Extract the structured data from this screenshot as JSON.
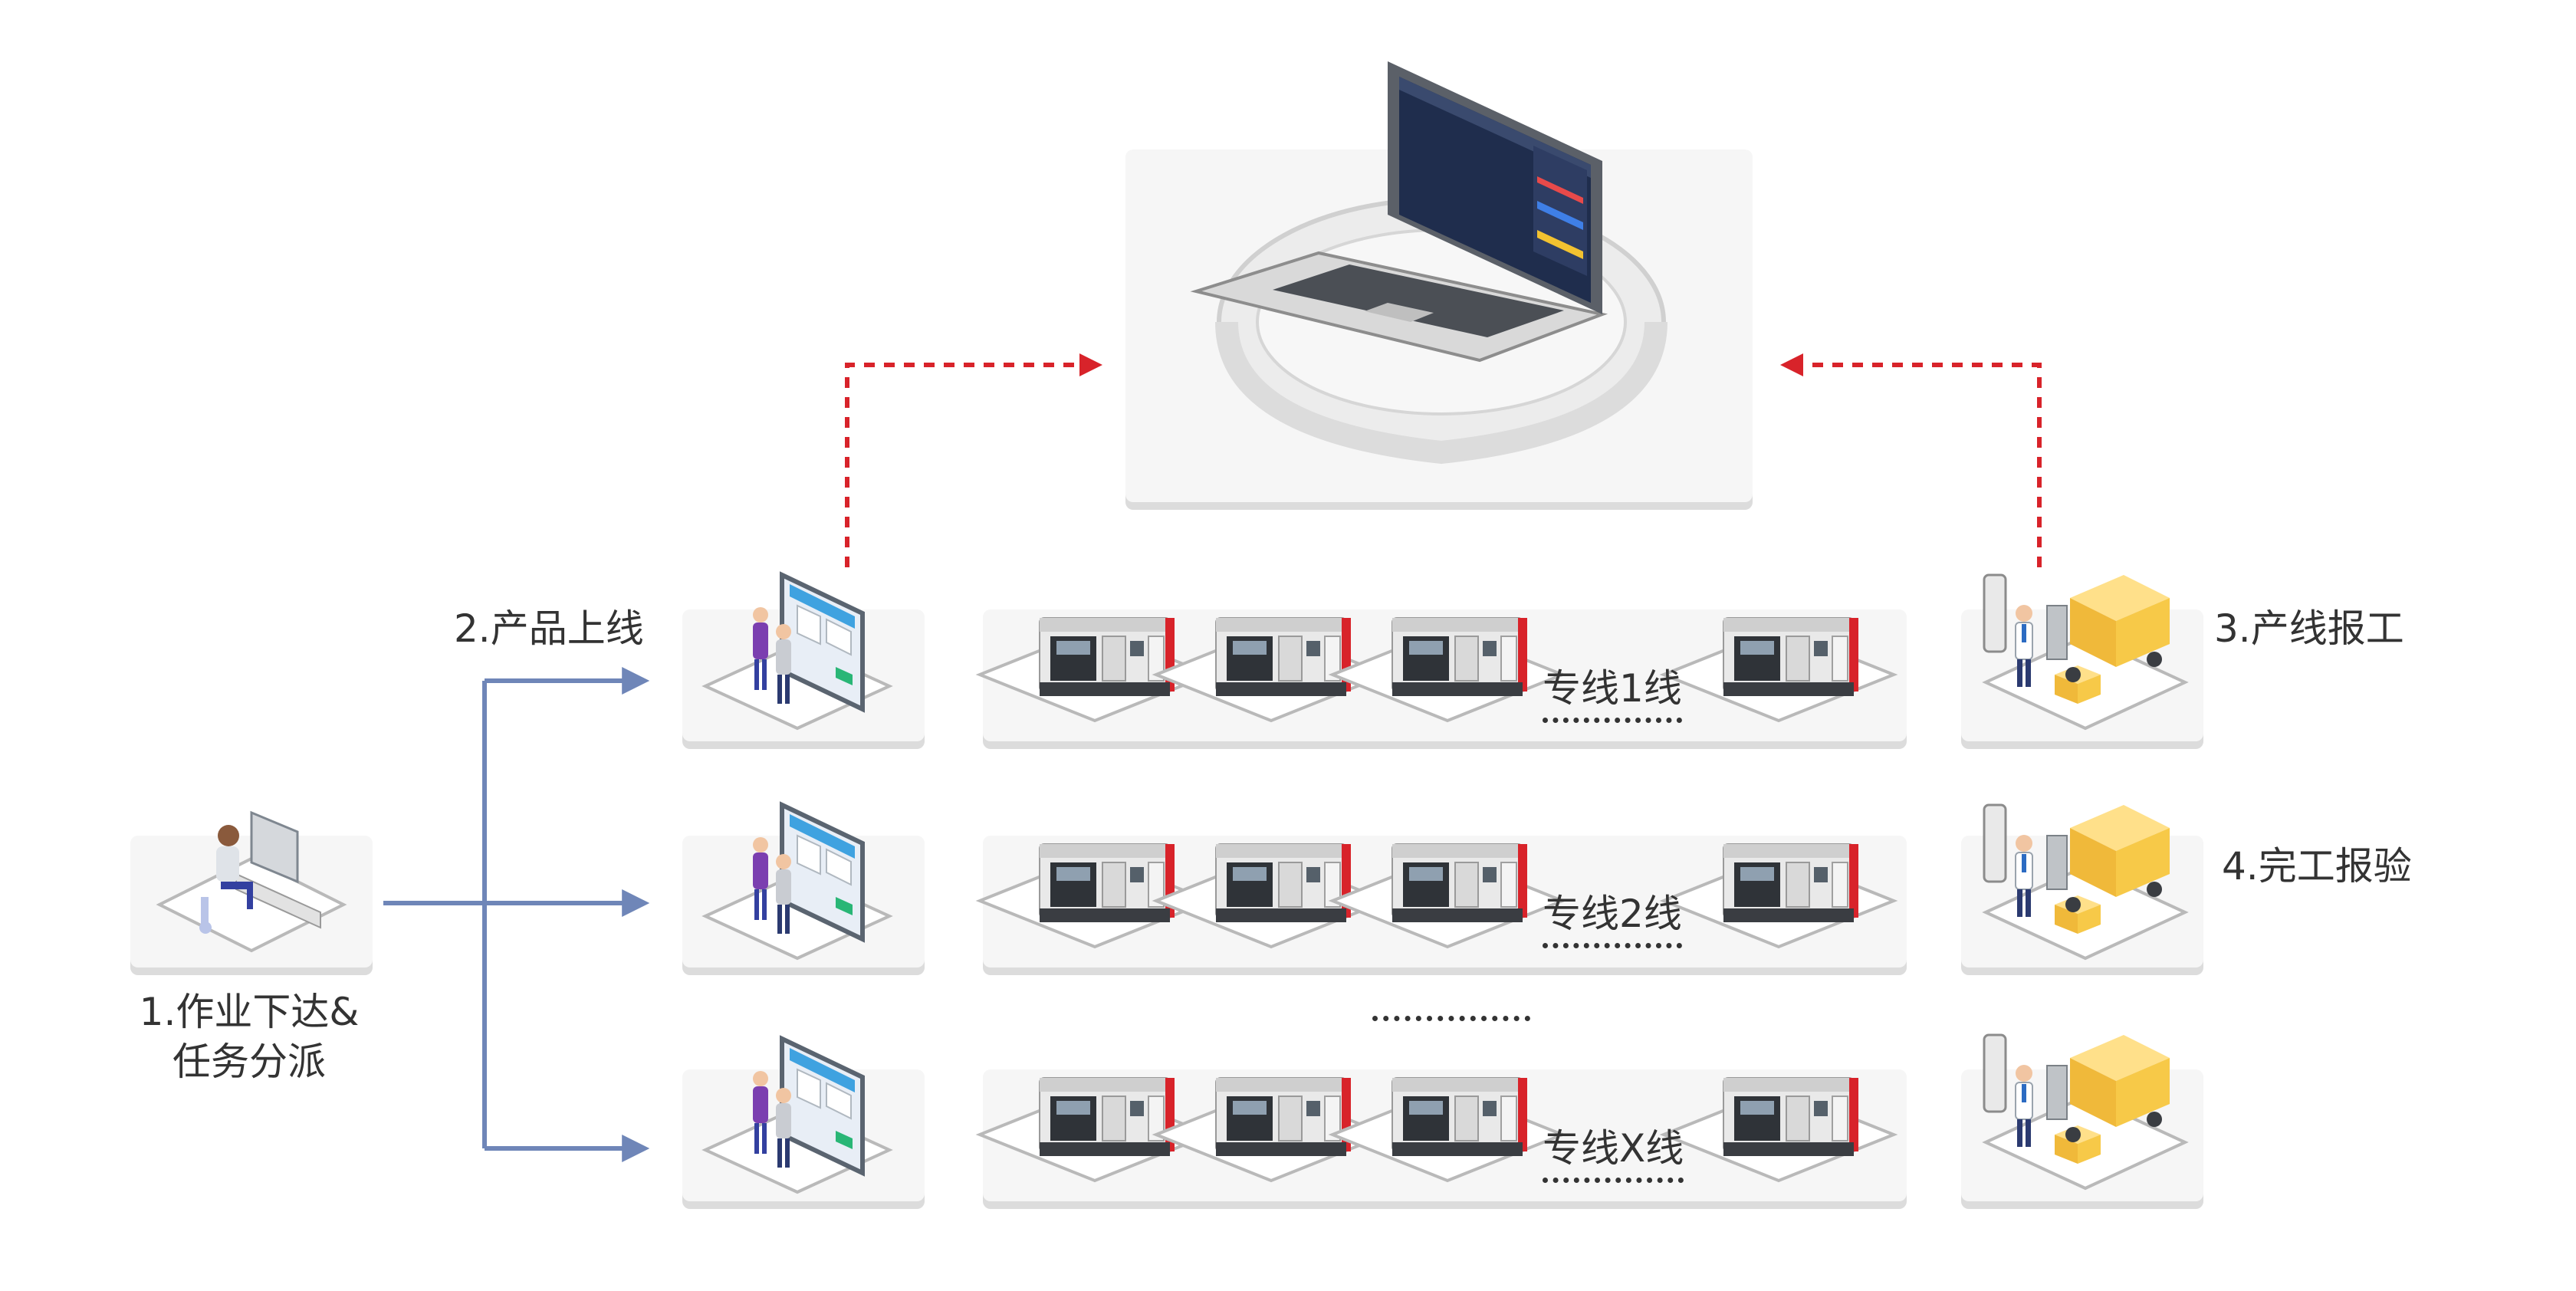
{
  "steps": {
    "step1_line1": "1.作业下达&",
    "step1_line2": "任务分派",
    "step2": "2.产品上线",
    "step3": "3.产线报工",
    "step4": "4.完工报验"
  },
  "lines": [
    {
      "label": "专线1线"
    },
    {
      "label": "专线2线"
    },
    {
      "label": "专线X线"
    }
  ],
  "colors": {
    "flow_arrow": "#6f86b8",
    "data_arrow": "#d8232a",
    "platform": "#f6f6f6",
    "accent_red": "#d8232a"
  },
  "icons": [
    "laptop-icon",
    "office-worker-icon",
    "touch-screen-icon",
    "cnc-machine-icon",
    "logistics-worker-icon"
  ]
}
